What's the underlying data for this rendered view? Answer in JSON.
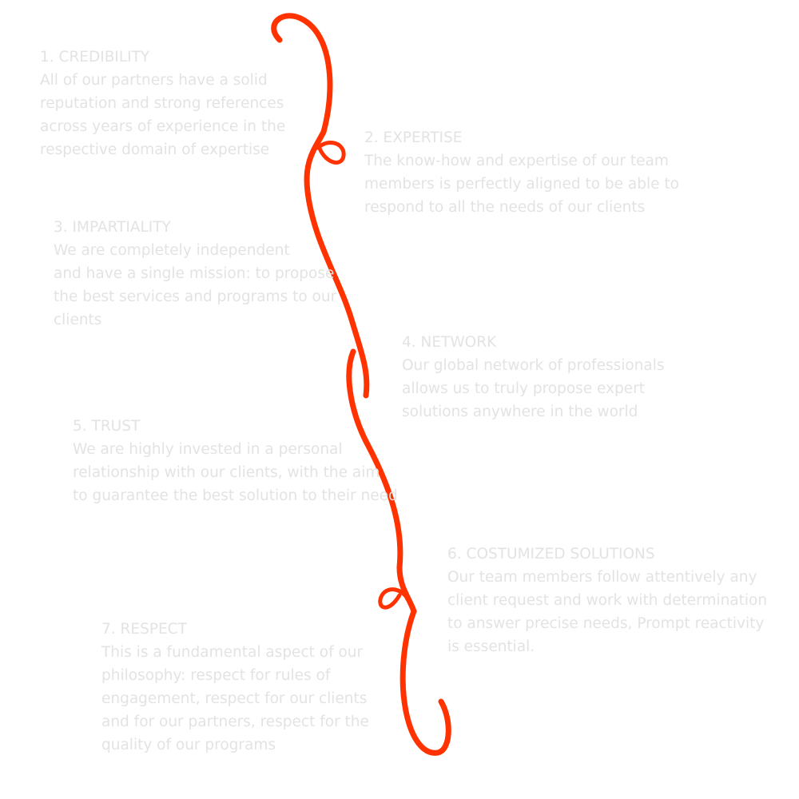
{
  "accent_color": "#ff3200",
  "text_color": "#e3e3e3",
  "values": [
    {
      "title": "1. CREDIBILITY",
      "body": "All of our partners have a solid\nreputation and strong references\nacross years of experience in the\nrespective domain of expertise"
    },
    {
      "title": "2. EXPERTISE",
      "body": "The know-how and expertise of our team\nmembers is perfectly aligned to be able to\nrespond to all the needs of our clients"
    },
    {
      "title": "3. IMPARTIALITY",
      "body": "We are completely independent\nand have a single mission: to propose\nthe best services and programs to our\nclients"
    },
    {
      "title": "4. NETWORK",
      "body": "Our global network of professionals\nallows us to truly propose expert\nsolutions anywhere in the world"
    },
    {
      "title": "5. TRUST",
      "body": "We are highly invested in a personal\nrelationship with our clients, with the aim\nto guarantee the best solution to their need"
    },
    {
      "title": "6. COSTUMIZED SOLUTIONS",
      "body": "Our team members follow attentively any\nclient request and work with determination\nto answer precise needs, Prompt reactivity\nis essential."
    },
    {
      "title": "7. RESPECT",
      "body": "This is a fundamental aspect of our\nphilosophy: respect for rules of\nengagement, respect for our clients\nand for our partners, respect for the\nquality of our programs"
    }
  ]
}
